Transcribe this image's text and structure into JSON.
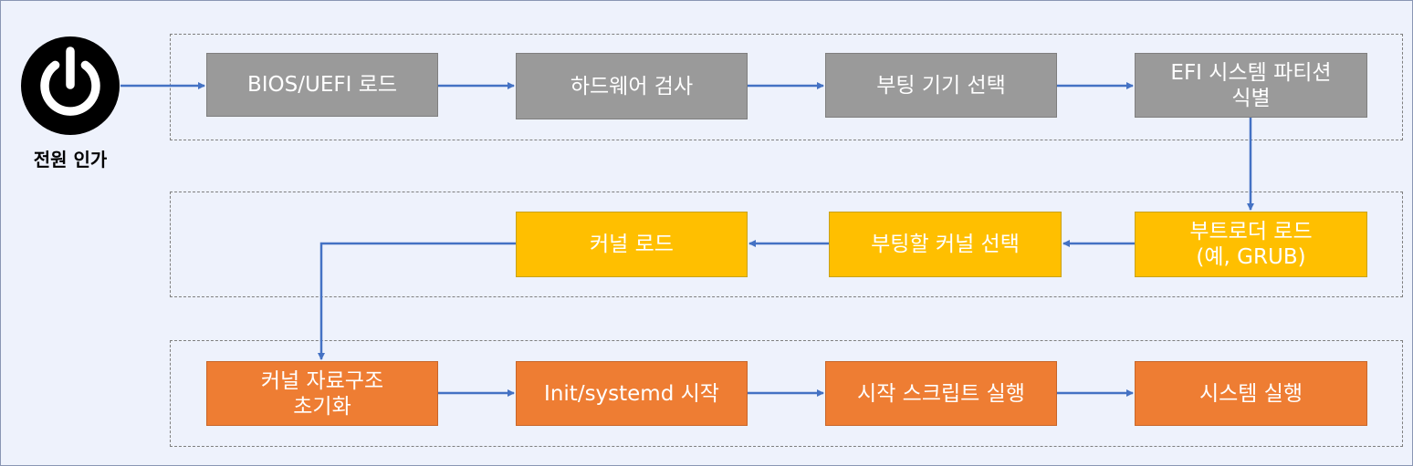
{
  "power": {
    "label": "전원 인가",
    "icon": "power-icon"
  },
  "stages": [
    {
      "name": "hardware-stage",
      "color": "#9a9a9a",
      "steps": [
        "BIOS/UEFI 로드",
        "하드웨어 검사",
        "부팅 기기 선택",
        "EFI 시스템 파티션\n식별"
      ]
    },
    {
      "name": "bootloader-stage",
      "color": "#ffbf00",
      "steps": [
        "부트로더 로드\n(예, GRUB)",
        "부팅할 커널 선택",
        "커널 로드"
      ]
    },
    {
      "name": "kernel-stage",
      "color": "#ee7d33",
      "steps": [
        "커널 자료구조\n초기화",
        "Init/systemd 시작",
        "시작 스크립트 실행",
        "시스템 실행"
      ]
    }
  ],
  "colors": {
    "background": "#eef2fc",
    "arrow": "#4472c4",
    "group_border": "#7f7f7f"
  }
}
